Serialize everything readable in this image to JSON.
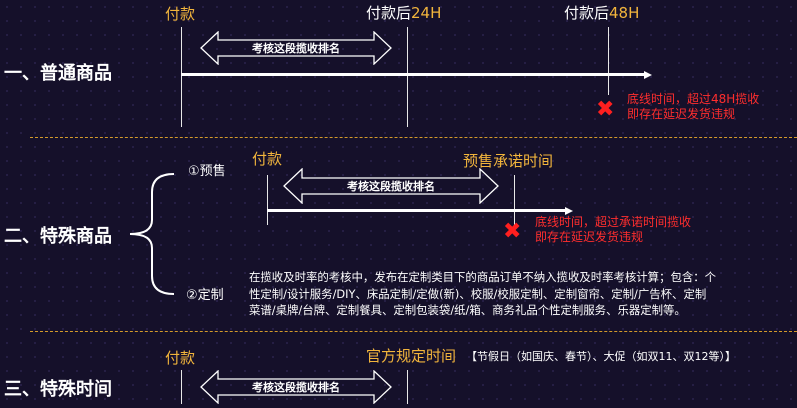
{
  "section1": {
    "title": "一、普通商品",
    "label_pay": "付款",
    "label_24h": "付款后24H",
    "label_48h": "付款后48H",
    "arrow_text": "考核这段揽收排名",
    "violation_line1": "底线时间，超过48H揽收",
    "violation_line2": "即存在延迟发货违规"
  },
  "section2": {
    "title": "二、特殊商品",
    "presale": {
      "label": "①预售",
      "label_pay": "付款",
      "label_deadline": "预售承诺时间",
      "arrow_text": "考核这段揽收排名",
      "violation_line1": "底线时间，超过承诺时间揽收",
      "violation_line2": "即存在延迟发货违规"
    },
    "custom": {
      "label": "②定制",
      "desc_line1": "在揽收及时率的考核中，发布在定制类目下的商品订单不纳入揽收及时率考核计算；包含：个",
      "desc_line2": "性定制/设计服务/DIY、床品定制/定做(新)、校服/校服定制、定制窗帘、定制/广告杯、定制",
      "desc_line3": "菜谱/桌牌/台牌、定制餐具、定制包装袋/纸/箱、商务礼品个性定制服务、乐器定制等。"
    }
  },
  "section3": {
    "title": "三、特殊时间",
    "label_pay": "付款",
    "label_official": "官方规定时间",
    "note": "【节假日（如国庆、春节）、大促（如双11、双12等）】",
    "arrow_text": "考核这段揽收排名"
  },
  "colors": {
    "background": "#15102a",
    "gold": "#f2b53c",
    "red": "#ff2e2e",
    "white": "#ffffff"
  }
}
